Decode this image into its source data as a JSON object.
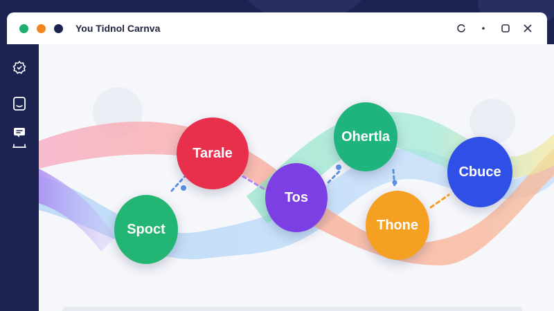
{
  "window": {
    "title": "You Tidnol Carnva",
    "traffic_colors": [
      "#1eae6f",
      "#f3861f",
      "#1c2350"
    ]
  },
  "controls": {
    "icons": [
      "refresh-icon",
      "more-icon",
      "maximize-icon",
      "close-icon"
    ]
  },
  "sidebar": {
    "items": [
      {
        "icon": "settings-badge-icon"
      },
      {
        "icon": "image-icon"
      },
      {
        "icon": "chat-icon"
      }
    ]
  },
  "nodes": [
    {
      "label": "Tarale",
      "color": "#e8304d"
    },
    {
      "label": "Spoct",
      "color": "#22b573"
    },
    {
      "label": "Tos",
      "color": "#7b3fe4"
    },
    {
      "label": "Ohertla",
      "color": "#1fb47d"
    },
    {
      "label": "Thone",
      "color": "#f5a020"
    },
    {
      "label": "Cbuce",
      "color": "#2f4fe6"
    }
  ],
  "colors": {
    "ribbon_pink": "#f79aa6",
    "ribbon_blue": "#a9cff7",
    "ribbon_green": "#8ee3c6",
    "ribbon_purple": "#b59af5",
    "ribbon_orange": "#f9b896",
    "ribbon_yellow": "#f6e79a",
    "connector": "#5a8fe6"
  }
}
